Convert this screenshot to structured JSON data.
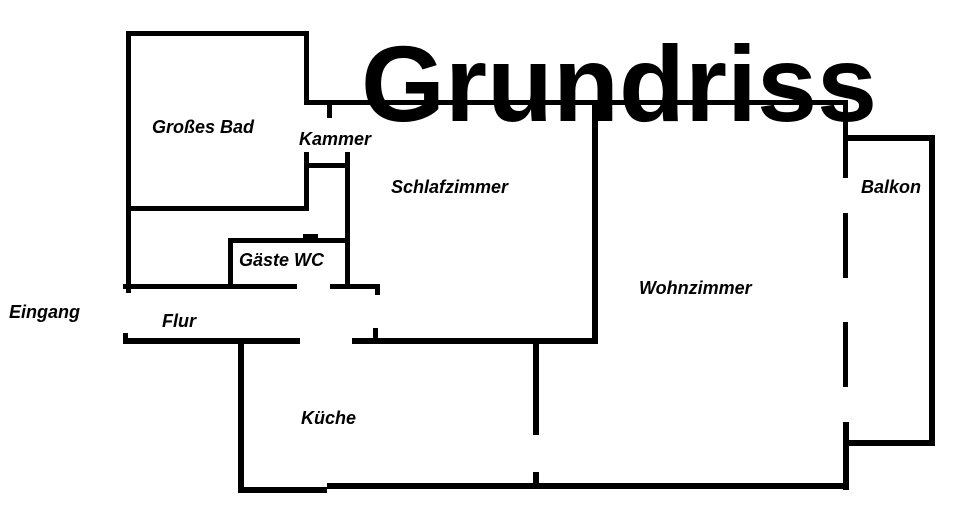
{
  "title": "Grundriss",
  "plan": {
    "type": "floor-plan",
    "line_color": "#000000",
    "background_color": "#ffffff",
    "rooms": [
      {
        "label": "Großes Bad"
      },
      {
        "label": "Kammer"
      },
      {
        "label": "Schlafzimmer"
      },
      {
        "label": "Balkon"
      },
      {
        "label": "Gäste WC"
      },
      {
        "label": "Eingang"
      },
      {
        "label": "Flur"
      },
      {
        "label": "Wohnzimmer"
      },
      {
        "label": "Küche"
      }
    ],
    "walls": [
      [
        126,
        31,
        183,
        5
      ],
      [
        126,
        31,
        5,
        262
      ],
      [
        126,
        206,
        183,
        5
      ],
      [
        304,
        31,
        5,
        74
      ],
      [
        304,
        152,
        5,
        59
      ],
      [
        304,
        100,
        544,
        5
      ],
      [
        327,
        105,
        5,
        13
      ],
      [
        304,
        163,
        46,
        5
      ],
      [
        345,
        152,
        5,
        137
      ],
      [
        228,
        238,
        5,
        51
      ],
      [
        228,
        238,
        122,
        5
      ],
      [
        303,
        234,
        15,
        4
      ],
      [
        123,
        284,
        174,
        5
      ],
      [
        330,
        284,
        50,
        5
      ],
      [
        375,
        284,
        5,
        11
      ],
      [
        123,
        333,
        5,
        11
      ],
      [
        123,
        338,
        177,
        6
      ],
      [
        352,
        338,
        246,
        6
      ],
      [
        373,
        328,
        5,
        10
      ],
      [
        592,
        100,
        6,
        244
      ],
      [
        238,
        344,
        6,
        148
      ],
      [
        238,
        487,
        89,
        6
      ],
      [
        327,
        483,
        522,
        6
      ],
      [
        533,
        344,
        6,
        91
      ],
      [
        533,
        472,
        6,
        11
      ],
      [
        843,
        422,
        6,
        68
      ],
      [
        843,
        440,
        92,
        6
      ],
      [
        929,
        135,
        6,
        311
      ],
      [
        843,
        135,
        92,
        6
      ],
      [
        843,
        100,
        5,
        78
      ],
      [
        843,
        213,
        5,
        65
      ],
      [
        843,
        322,
        5,
        65
      ]
    ]
  }
}
